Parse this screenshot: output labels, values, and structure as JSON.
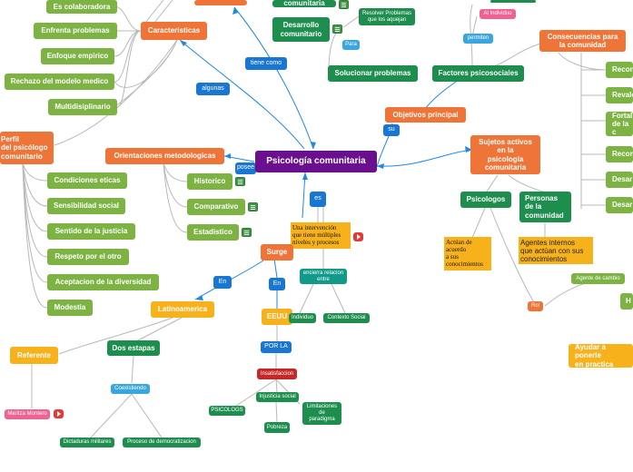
{
  "central": "Psicología comunitaria",
  "characteristics": {
    "label": "Caracteristicas",
    "items": [
      "Es colaboradora",
      "Enfrenta problemas",
      "Enfoque empirico",
      "Rechazo del modelo medico",
      "Multidisiplinario"
    ]
  },
  "profile": {
    "label": "Perfil\ndel psicólogo\ncomunitario",
    "items": [
      "Condiciones eticas",
      "Sensibilidad social",
      "Sentido de la justicia",
      "Respeto por el otro",
      "Aceptacion de la diversidad",
      "Modestia"
    ]
  },
  "methods": {
    "label": "Orientaciones metodologicas",
    "link": "posee",
    "items": [
      "Historico",
      "Comparativo",
      "Estadistico"
    ]
  },
  "links": {
    "tiene_como": "tiene como",
    "algunas": "algunas",
    "su": "su",
    "es": "es",
    "en1": "En",
    "en2": "En",
    "por_la": "POR LA",
    "entre": "encierra relacion\nentre",
    "coexistiendo": "Coexistiendo",
    "para": "Para",
    "permiten": "permiten"
  },
  "top": {
    "comunitaria": "comunitaria",
    "desarrollo": "Desarrollo\ncomunitario",
    "resolver": "Resolver Problemas\nque los aquejan",
    "solucionar": "Solucionar problemas",
    "factores": "Factores psicosociales",
    "al_individuo": "Al Individuo",
    "objetivos": "Objetivos principal"
  },
  "definition": "Una intervención\nque tiene múltiples\nniveles y procesos",
  "origin": {
    "surge": "Surge",
    "eeuu": "EEUU",
    "latinoamerica": "Latinoamerica",
    "individuo": "Individuo",
    "contexto": "Contexto Social"
  },
  "causes": {
    "insatisfaccion": "Insatisfaccion",
    "injusticia": "Injusticia social",
    "psicologos": "PSICOLOGS",
    "pobreza": "Pobreza",
    "limitaciones": "Limitaciones\nde\nparadigma"
  },
  "latin": {
    "referente": "Referente",
    "martiza": "Maritza Montero",
    "dos_etapas": "Dos estapas",
    "dictaduras": "Dictaduras militares",
    "democratizacion": "Proceso de democratizacion"
  },
  "subjects": {
    "label": "Sujetos activos\nen la\npsicología\ncomunitaria",
    "psicologos": "Psicologos",
    "personas": "Personas\nde la\ncomunidad",
    "psic_note": "Actúan de\nacuerdo\na sus\nconocimientos",
    "pers_note": "Agentes internos\nque actúan con sus\nconocimientos",
    "rol": "Rol",
    "agente": "Agente de cambio"
  },
  "consequences": {
    "label": "Consecuencias para\nla comunidad",
    "items": [
      "Recon",
      "Revalo",
      "Fortal\nde la c",
      "Recon",
      "Desar",
      "Desar"
    ]
  },
  "right": {
    "h": "H",
    "ayudar": "Ayudar a ponerle\nen practica"
  },
  "colors": {
    "green": "#7cb342",
    "orange": "#ee7438",
    "dark_green": "#1e8e4e",
    "blue": "#1976d2",
    "purple": "#6a0f8e",
    "yellow": "#f7b21b"
  }
}
